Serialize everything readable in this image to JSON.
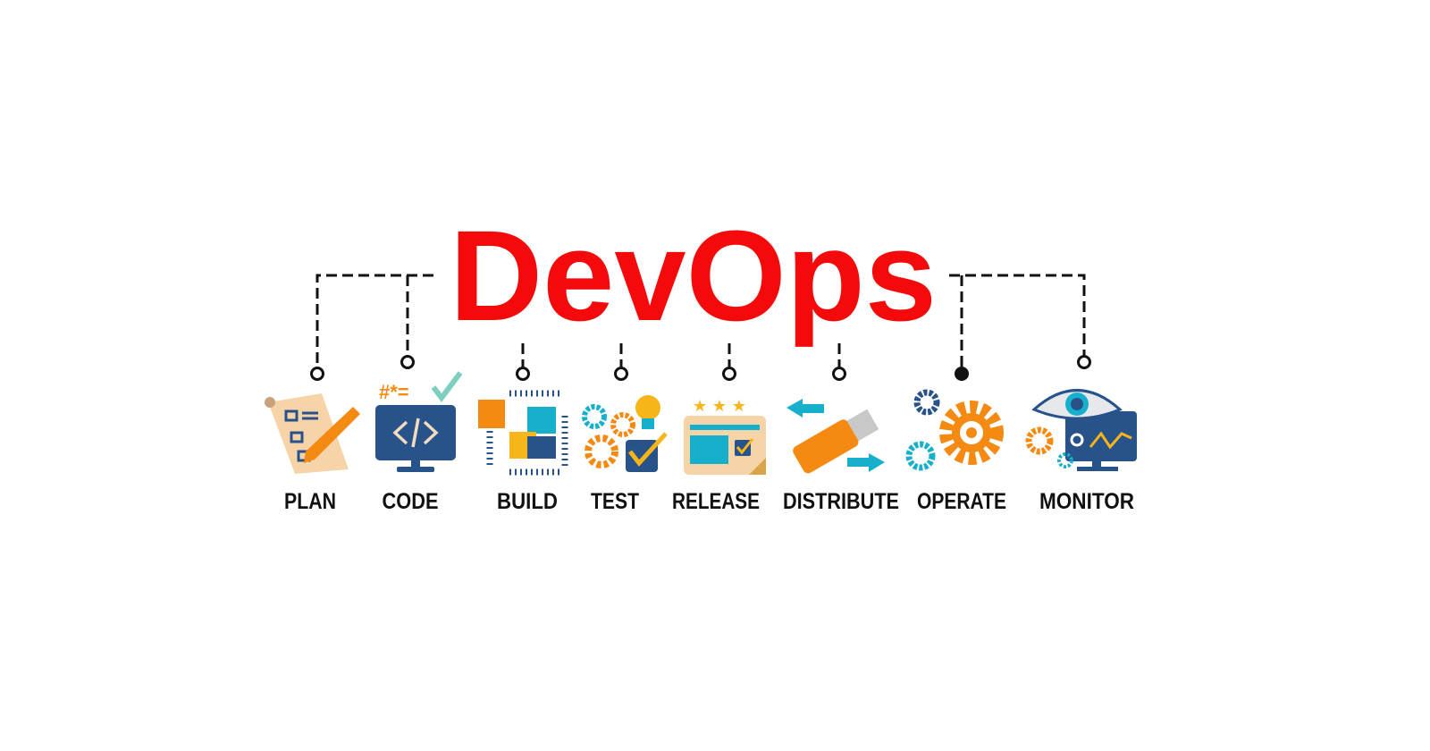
{
  "title": "DevOps",
  "colors": {
    "title": "#f40a0a",
    "orange": "#f58a12",
    "navy": "#27528a",
    "teal": "#17b0cc",
    "yellow": "#f7b519",
    "peach": "#f7d4a8"
  },
  "stages": [
    {
      "label": "PLAN",
      "icon": "checklist-pencil-icon"
    },
    {
      "label": "CODE",
      "icon": "code-monitor-icon"
    },
    {
      "label": "BUILD",
      "icon": "puzzle-chip-icon"
    },
    {
      "label": "TEST",
      "icon": "gears-lightbulb-check-icon"
    },
    {
      "label": "RELEASE",
      "icon": "browser-stars-check-icon"
    },
    {
      "label": "DISTRIBUTE",
      "icon": "usb-drive-arrows-icon"
    },
    {
      "label": "OPERATE",
      "icon": "gears-icon"
    },
    {
      "label": "MONITOR",
      "icon": "eye-monitor-icon"
    }
  ],
  "code_symbols": "#*="
}
